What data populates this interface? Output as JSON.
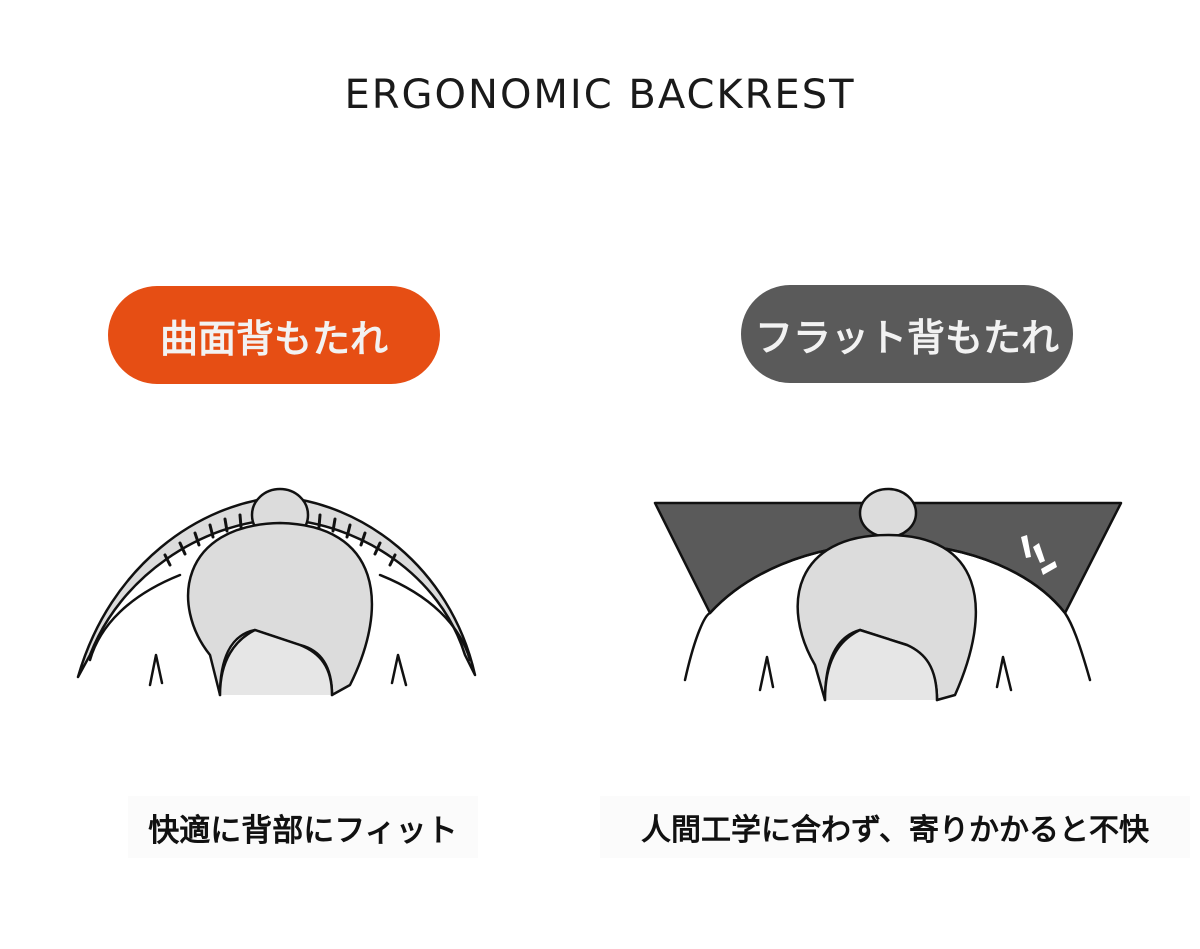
{
  "header": {
    "title": "ERGONOMIC BACKREST"
  },
  "left_panel": {
    "badge_label": "曲面背もたれ",
    "badge_color": "#e64e14",
    "caption": "快適に背部にフィット",
    "illustration": "curved-backrest-top-view"
  },
  "right_panel": {
    "badge_label": "フラット背もたれ",
    "badge_color": "#5a5a5a",
    "caption": "人間工学に合わず、寄りかかると不快",
    "illustration": "flat-backrest-top-view"
  }
}
